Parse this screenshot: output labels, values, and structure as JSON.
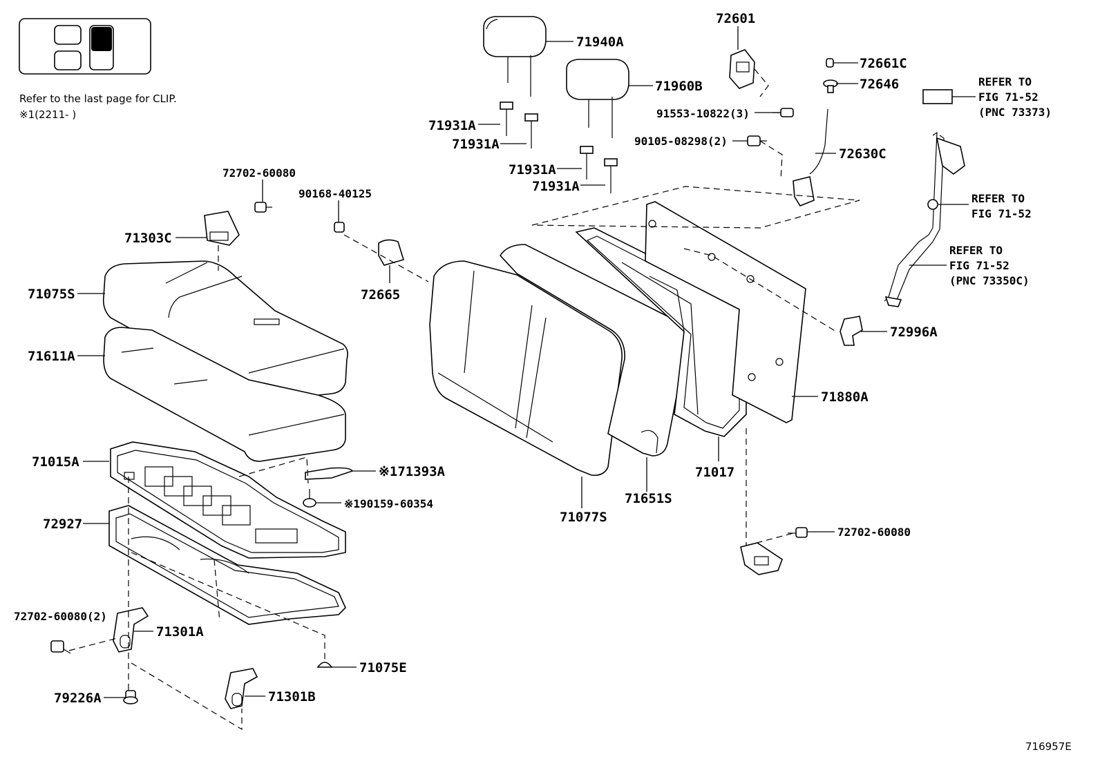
{
  "notes": {
    "clip_note": "Refer to the last page for CLIP.",
    "code_note": "※1(2211-      )"
  },
  "figure_code": "716957E",
  "parts": [
    {
      "id": "71940a",
      "label": "71940A"
    },
    {
      "id": "71960b",
      "label": "71960B"
    },
    {
      "id": "71931a-1",
      "label": "71931A"
    },
    {
      "id": "71931a-2",
      "label": "71931A"
    },
    {
      "id": "71931a-3",
      "label": "71931A"
    },
    {
      "id": "71931a-4",
      "label": "71931A"
    },
    {
      "id": "72601",
      "label": "72601"
    },
    {
      "id": "72661c",
      "label": "72661C"
    },
    {
      "id": "72646",
      "label": "72646"
    },
    {
      "id": "91553",
      "label": "91553-10822(3)"
    },
    {
      "id": "90105",
      "label": "90105-08298(2)"
    },
    {
      "id": "72630c",
      "label": "72630C"
    },
    {
      "id": "72702-top",
      "label": "72702-60080"
    },
    {
      "id": "90168",
      "label": "90168-40125"
    },
    {
      "id": "71303c",
      "label": "71303C"
    },
    {
      "id": "72665",
      "label": "72665"
    },
    {
      "id": "71075s",
      "label": "71075S"
    },
    {
      "id": "71611a",
      "label": "71611A"
    },
    {
      "id": "71015a",
      "label": "71015A"
    },
    {
      "id": "71393a",
      "label": "※171393A"
    },
    {
      "id": "90159",
      "label": "※190159-60354"
    },
    {
      "id": "72927",
      "label": "72927"
    },
    {
      "id": "72702-left",
      "label": "72702-60080(2)"
    },
    {
      "id": "71301a",
      "label": "71301A"
    },
    {
      "id": "71075e",
      "label": "71075E"
    },
    {
      "id": "79226a",
      "label": "79226A"
    },
    {
      "id": "71301b",
      "label": "71301B"
    },
    {
      "id": "71077s",
      "label": "71077S"
    },
    {
      "id": "71651s",
      "label": "71651S"
    },
    {
      "id": "71017",
      "label": "71017"
    },
    {
      "id": "71880a",
      "label": "71880A"
    },
    {
      "id": "72996a",
      "label": "72996A"
    },
    {
      "id": "72702-right",
      "label": "72702-60080"
    }
  ],
  "references": [
    {
      "id": "ref-1",
      "line1": "REFER TO",
      "line2": "FIG 71-52",
      "line3": "(PNC 73373)"
    },
    {
      "id": "ref-2",
      "line1": "REFER TO",
      "line2": "FIG 71-52",
      "line3": ""
    },
    {
      "id": "ref-3",
      "line1": "REFER TO",
      "line2": "FIG 71-52",
      "line3": "(PNC 73350C)"
    }
  ]
}
